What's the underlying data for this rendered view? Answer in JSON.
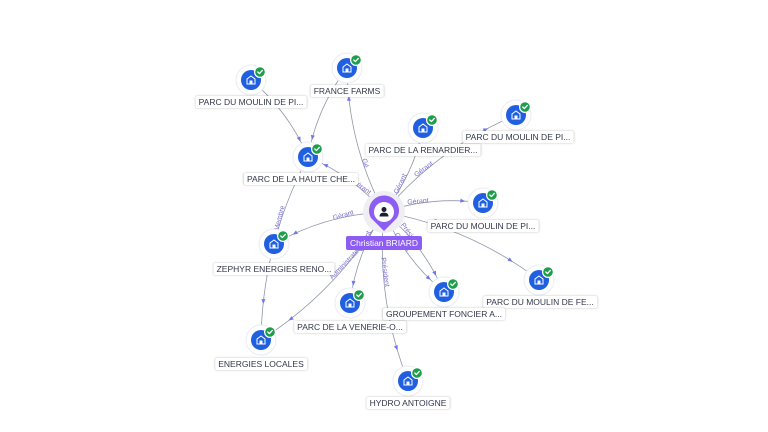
{
  "center": {
    "name": "Christian BRIARD",
    "icon": "person-icon",
    "color": "#8d5cf3"
  },
  "nodes": [
    {
      "id": "n1",
      "label": "PARC DU MOULIN DE PI...",
      "icon": "building-icon",
      "verified": true
    },
    {
      "id": "n2",
      "label": "FRANCE FARMS",
      "icon": "building-icon",
      "verified": true
    },
    {
      "id": "n3",
      "label": "PARC DE LA RENARDIER...",
      "icon": "building-icon",
      "verified": true
    },
    {
      "id": "n4",
      "label": "PARC DU MOULIN DE PI...",
      "icon": "building-icon",
      "verified": true
    },
    {
      "id": "n5",
      "label": "PARC DE LA HAUTE CHE...",
      "icon": "building-icon",
      "verified": true
    },
    {
      "id": "n6",
      "label": "PARC DU MOULIN DE PI...",
      "icon": "building-icon",
      "verified": true
    },
    {
      "id": "n7",
      "label": "ZEPHYR ENERGIES RENO...",
      "icon": "building-icon",
      "verified": true
    },
    {
      "id": "n8",
      "label": "PARC DU MOULIN DE FE...",
      "icon": "building-icon",
      "verified": true
    },
    {
      "id": "n9",
      "label": "GROUPEMENT FONCIER A...",
      "icon": "building-icon",
      "verified": true
    },
    {
      "id": "n10",
      "label": "PARC DE LA VENERIE-O...",
      "icon": "building-icon",
      "verified": true
    },
    {
      "id": "n11",
      "label": "ENERGIES LOCALES",
      "icon": "building-icon",
      "verified": true
    },
    {
      "id": "n12",
      "label": "HYDRO ANTOIGNE",
      "icon": "building-icon",
      "verified": true
    }
  ],
  "edges": [
    {
      "target": "n2",
      "label": "Gé"
    },
    {
      "target": "n3",
      "label": "Gérant"
    },
    {
      "target": "n4",
      "label": "Gérant"
    },
    {
      "target": "n5",
      "label": "Gérant"
    },
    {
      "target": "n6",
      "label": "Gérant"
    },
    {
      "target": "n7",
      "label": "Gérant"
    },
    {
      "target": "n8",
      "label": "Gérant"
    },
    {
      "target": "n9",
      "label": "Gérant"
    },
    {
      "target": "n9",
      "label": "Président"
    },
    {
      "target": "n10",
      "label": "Gérant"
    },
    {
      "target": "n11",
      "label": "Administrateur"
    },
    {
      "target": "n12",
      "label": "Président"
    }
  ],
  "side_edges": [
    {
      "source": "n5",
      "target": "n11",
      "label": "Membre"
    },
    {
      "source": "n1",
      "target": "n5",
      "label": ""
    },
    {
      "source": "n2",
      "target": "n5",
      "label": ""
    }
  ],
  "colors": {
    "node": "#1f5fe0",
    "check": "#1e9e4a",
    "accent": "#8d5cf3",
    "edge_label": "#7b6fd0"
  }
}
